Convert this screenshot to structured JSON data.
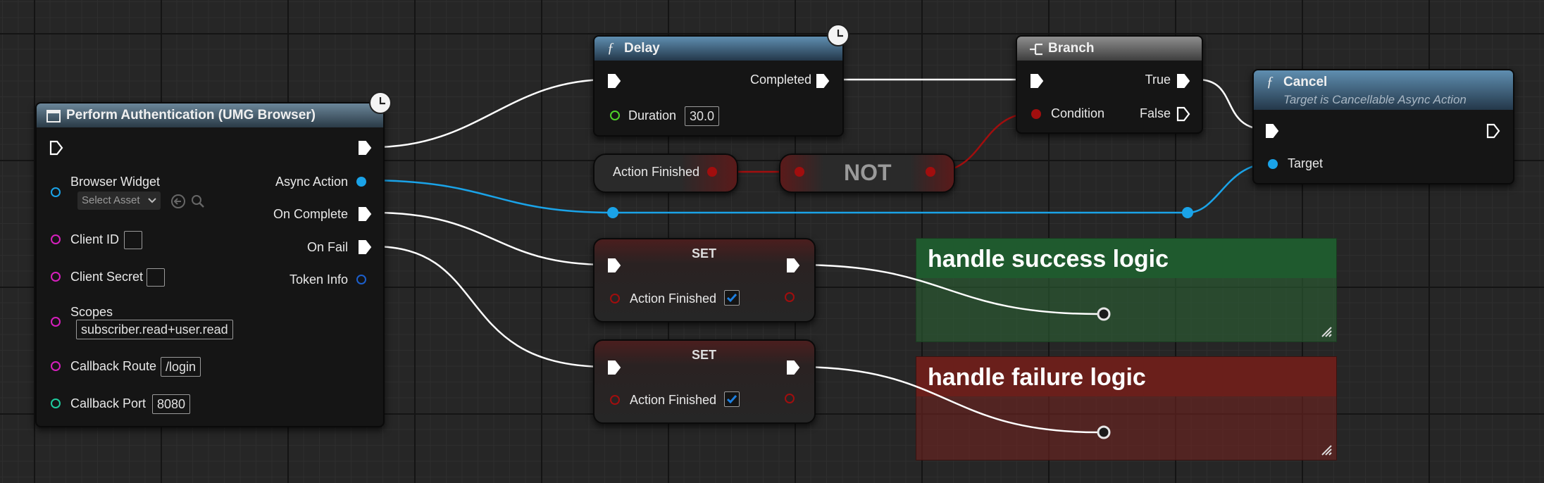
{
  "comments": {
    "success": {
      "title": "handle success logic",
      "color": "#1f5a2e"
    },
    "failure": {
      "title": "handle failure  logic",
      "color": "#6a1f1b"
    }
  },
  "nodes": {
    "perform_auth": {
      "title": "Perform Authentication (UMG Browser)",
      "inputs": {
        "browser_widget": "Browser Widget",
        "select_asset": "Select Asset",
        "client_id": "Client ID",
        "client_secret": "Client Secret",
        "scopes": "Scopes",
        "scopes_value": "subscriber.read+user.read",
        "callback_route": "Callback Route",
        "callback_route_value": "/login",
        "callback_port": "Callback Port",
        "callback_port_value": "8080"
      },
      "outputs": {
        "async_action": "Async Action",
        "on_complete": "On Complete",
        "on_fail": "On Fail",
        "token_info": "Token Info"
      }
    },
    "delay": {
      "title": "Delay",
      "completed": "Completed",
      "duration": "Duration",
      "duration_value": "30.0"
    },
    "branch": {
      "title": "Branch",
      "condition": "Condition",
      "true_label": "True",
      "false_label": "False"
    },
    "cancel": {
      "title": "Cancel",
      "subtitle": "Target is Cancellable Async Action",
      "target": "Target"
    },
    "action_finished_get": {
      "label": "Action Finished"
    },
    "not_node": {
      "label": "NOT"
    },
    "set_success": {
      "title": "SET",
      "variable": "Action Finished",
      "checked": true
    },
    "set_failure": {
      "title": "SET",
      "variable": "Action Finished",
      "checked": true
    }
  },
  "colors": {
    "exec": "#ffffff",
    "object_pin": "#1aa3e8",
    "string_pin": "#d61fbd",
    "int_pin": "#1fcc9e",
    "bool_pin": "#a10e0e",
    "float_pin": "#4fd12a",
    "struct_pin": "#1c5fcc"
  }
}
